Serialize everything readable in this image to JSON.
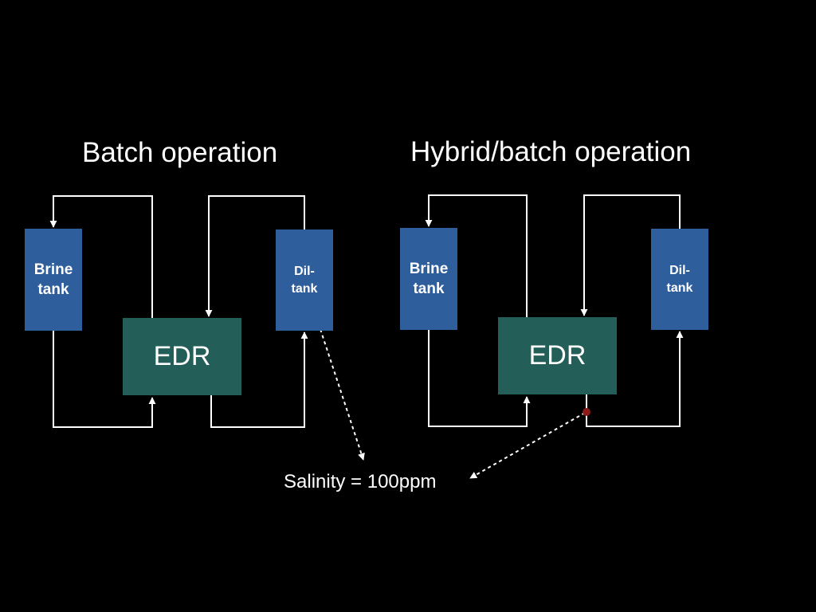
{
  "left": {
    "title": "Batch operation",
    "brine_tank": {
      "line1": "Brine",
      "line2": "tank"
    },
    "dil_tank": {
      "line1": "Dil-",
      "line2": "tank"
    },
    "edr": "EDR"
  },
  "right": {
    "title": "Hybrid/batch operation",
    "brine_tank": {
      "line1": "Brine",
      "line2": "tank"
    },
    "dil_tank": {
      "line1": "Dil-",
      "line2": "tank"
    },
    "edr": "EDR"
  },
  "annotation": "Salinity = 100ppm",
  "colors": {
    "background": "#000000",
    "tank": "#2f5e9d",
    "edr": "#245e59",
    "line": "#ffffff",
    "sensor_dot": "#8b1a1a"
  }
}
